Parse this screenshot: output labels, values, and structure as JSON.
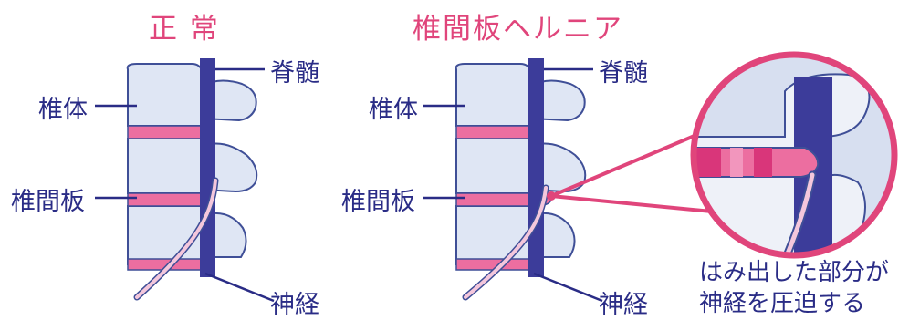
{
  "normal": {
    "title": "正 常",
    "labels": {
      "spinal_cord": "脊髄",
      "vertebral_body": "椎体",
      "disc": "椎間板",
      "nerve": "神経"
    }
  },
  "hernia": {
    "title": "椎間板ヘルニア",
    "labels": {
      "spinal_cord": "脊髄",
      "vertebral_body": "椎体",
      "disc": "椎間板",
      "nerve": "神経"
    }
  },
  "zoom": {
    "caption_line1": "はみ出した部分が",
    "caption_line2": "神経を圧迫する"
  },
  "colors": {
    "title": "#e0457b",
    "label": "#2a2c86",
    "bone": "#dfe6f4",
    "outline": "#3f4f97",
    "disc": "#ec6ea0",
    "cord": "#3c3c9a"
  }
}
